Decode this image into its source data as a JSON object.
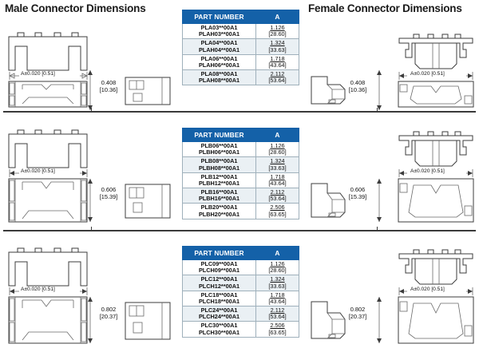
{
  "titles": {
    "male": "Male Connector Dimensions",
    "female": "Female Connector Dimensions"
  },
  "table_header": {
    "part_number": "PART NUMBER",
    "a": "A"
  },
  "dimension_annotations": {
    "width_callout": "A±0.020 [0.51]",
    "heights": [
      {
        "inch": "0.408",
        "mm": "[10.36]"
      },
      {
        "inch": "0.606",
        "mm": "[15.39]"
      },
      {
        "inch": "0.802",
        "mm": "[20.37]"
      }
    ]
  },
  "sections": [
    {
      "id": "section-a",
      "height_inch": "0.408",
      "height_mm": "[10.36]",
      "rows": [
        {
          "pn1": "PLA03**00A1",
          "pn2": "PLAH03**00A1",
          "a_inch": "1.126",
          "a_mm": "[28.60]",
          "alt": false
        },
        {
          "pn1": "PLA04**00A1",
          "pn2": "PLAH04**00A1",
          "a_inch": "1.324",
          "a_mm": "[33.63]",
          "alt": true
        },
        {
          "pn1": "PLA06**00A1",
          "pn2": "PLAH06**00A1",
          "a_inch": "1.718",
          "a_mm": "[43.64]",
          "alt": false
        },
        {
          "pn1": "PLA08**00A1",
          "pn2": "PLAH08**00A1",
          "a_inch": "2.112",
          "a_mm": "[53.64]",
          "alt": true
        }
      ]
    },
    {
      "id": "section-b",
      "height_inch": "0.606",
      "height_mm": "[15.39]",
      "rows": [
        {
          "pn1": "PLB06**00A1",
          "pn2": "PLBH06**00A1",
          "a_inch": "1.126",
          "a_mm": "[28.60]",
          "alt": false
        },
        {
          "pn1": "PLB08**00A1",
          "pn2": "PLBH08**00A1",
          "a_inch": "1.324",
          "a_mm": "[33.63]",
          "alt": true
        },
        {
          "pn1": "PLB12**00A1",
          "pn2": "PLBH12**00A1",
          "a_inch": "1.718",
          "a_mm": "[43.64]",
          "alt": false
        },
        {
          "pn1": "PLB16**00A1",
          "pn2": "PLBH16**00A1",
          "a_inch": "2.112",
          "a_mm": "[53.64]",
          "alt": true
        },
        {
          "pn1": "PLB20**00A1",
          "pn2": "PLBH20**00A1",
          "a_inch": "2.506",
          "a_mm": "[63.65]",
          "alt": false
        }
      ]
    },
    {
      "id": "section-c",
      "height_inch": "0.802",
      "height_mm": "[20.37]",
      "rows": [
        {
          "pn1": "PLC09**00A1",
          "pn2": "PLCH09**00A1",
          "a_inch": "1.126",
          "a_mm": "[28.60]",
          "alt": false
        },
        {
          "pn1": "PLC12**00A1",
          "pn2": "PLCH12**00A1",
          "a_inch": "1.324",
          "a_mm": "[33.63]",
          "alt": true
        },
        {
          "pn1": "PLC18**00A1",
          "pn2": "PLCH18**00A1",
          "a_inch": "1.718",
          "a_mm": "[43.64]",
          "alt": false
        },
        {
          "pn1": "PLC24**00A1",
          "pn2": "PLCH24**00A1",
          "a_inch": "2.112",
          "a_mm": "[53.64]",
          "alt": true
        },
        {
          "pn1": "PLC30**00A1",
          "pn2": "PLCH30**00A1",
          "a_inch": "2.506",
          "a_mm": "[63.65]",
          "alt": false
        }
      ]
    }
  ],
  "colors": {
    "header_blue": "#1461a8",
    "alt_row": "#eaf0f4",
    "line": "#3c3c3c",
    "rule": "#3a3a3a"
  }
}
